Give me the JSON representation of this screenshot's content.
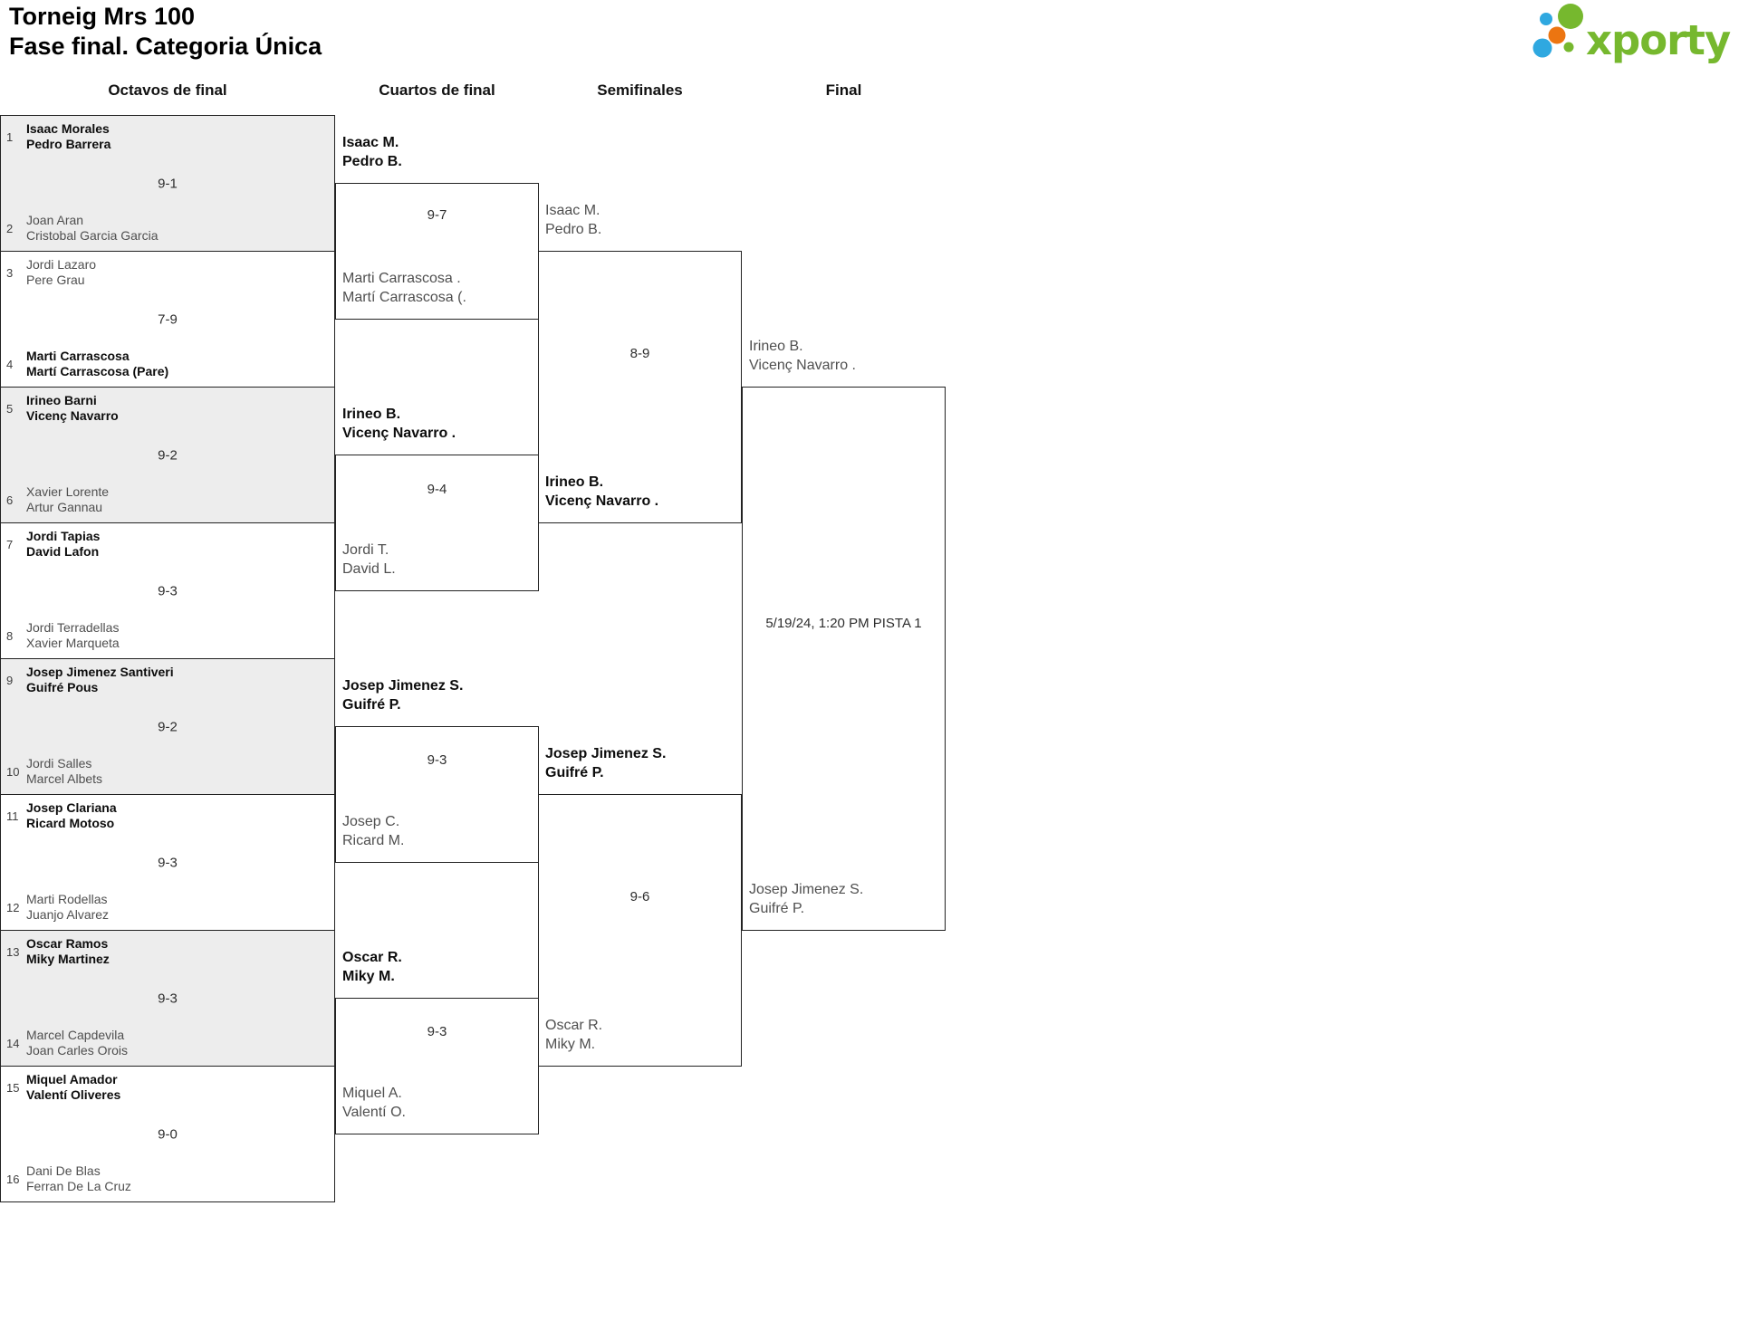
{
  "header": {
    "title1": "Torneig Mrs 100",
    "title2": "Fase final. Categoria Única"
  },
  "logo": {
    "text": "xporty",
    "green": "#76b82e",
    "blue": "#2fa8e0",
    "orange": "#ec7511"
  },
  "rounds": [
    "Octavos de final",
    "Cuartos de final",
    "Semifinales",
    "Final"
  ],
  "r16": [
    {
      "seed1": "1",
      "t1a": "Isaac Morales",
      "t1b": "Pedro Barrera",
      "s1": true,
      "seed2": "2",
      "t2a": "Joan Aran",
      "t2b": "Cristobal Garcia Garcia",
      "s2": false,
      "score": "9-1"
    },
    {
      "seed1": "3",
      "t1a": "Jordi Lazaro",
      "t1b": "Pere Grau",
      "s1": false,
      "seed2": "4",
      "t2a": "Marti Carrascosa",
      "t2b": "Martí Carrascosa (Pare)",
      "s2": true,
      "score": "7-9"
    },
    {
      "seed1": "5",
      "t1a": "Irineo Barni",
      "t1b": "Vicenç Navarro",
      "s1": true,
      "seed2": "6",
      "t2a": "Xavier Lorente",
      "t2b": "Artur Gannau",
      "s2": false,
      "score": "9-2"
    },
    {
      "seed1": "7",
      "t1a": "Jordi Tapias",
      "t1b": "David Lafon",
      "s1": true,
      "seed2": "8",
      "t2a": "Jordi Terradellas",
      "t2b": "Xavier Marqueta",
      "s2": false,
      "score": "9-3"
    },
    {
      "seed1": "9",
      "t1a": "Josep Jimenez Santiveri",
      "t1b": "Guifré Pous",
      "s1": true,
      "seed2": "10",
      "t2a": "Jordi Salles",
      "t2b": "Marcel Albets",
      "s2": false,
      "score": "9-2"
    },
    {
      "seed1": "11",
      "t1a": "Josep Clariana",
      "t1b": "Ricard Motoso",
      "s1": true,
      "seed2": "12",
      "t2a": "Marti Rodellas",
      "t2b": "Juanjo Alvarez",
      "s2": false,
      "score": "9-3"
    },
    {
      "seed1": "13",
      "t1a": "Oscar Ramos",
      "t1b": "Miky Martinez",
      "s1": true,
      "seed2": "14",
      "t2a": "Marcel Capdevila",
      "t2b": "Joan Carles Orois",
      "s2": false,
      "score": "9-3"
    },
    {
      "seed1": "15",
      "t1a": "Miquel Amador",
      "t1b": "Valentí Oliveres",
      "s1": true,
      "seed2": "16",
      "t2a": "Dani De Blas",
      "t2b": "Ferran De La Cruz",
      "s2": false,
      "score": "9-0"
    }
  ],
  "qf": [
    {
      "t1a": "Isaac M.",
      "t1b": "Pedro B.",
      "s1": true,
      "t2a": "Marti Carrascosa .",
      "t2b": "Martí Carrascosa (.",
      "s2": false,
      "score": "9-7"
    },
    {
      "t1a": "Irineo B.",
      "t1b": "Vicenç Navarro .",
      "s1": true,
      "t2a": "Jordi T.",
      "t2b": "David L.",
      "s2": false,
      "score": "9-4"
    },
    {
      "t1a": "Josep Jimenez S.",
      "t1b": "Guifré P.",
      "s1": true,
      "t2a": "Josep C.",
      "t2b": "Ricard M.",
      "s2": false,
      "score": "9-3"
    },
    {
      "t1a": "Oscar R.",
      "t1b": "Miky M.",
      "s1": true,
      "t2a": "Miquel A.",
      "t2b": "Valentí O.",
      "s2": false,
      "score": "9-3"
    }
  ],
  "sf": [
    {
      "t1a": "Isaac M.",
      "t1b": "Pedro B.",
      "s1": false,
      "t2a": "Irineo B.",
      "t2b": "Vicenç Navarro .",
      "s2": true,
      "score": "8-9"
    },
    {
      "t1a": "Josep Jimenez S.",
      "t1b": "Guifré P.",
      "s1": true,
      "t2a": "Oscar R.",
      "t2b": "Miky M.",
      "s2": false,
      "score": "9-6"
    }
  ],
  "final": {
    "t1a": "Irineo B.",
    "t1b": "Vicenç Navarro .",
    "s1": false,
    "t2a": "Josep Jimenez S.",
    "t2b": "Guifré P.",
    "s2": false,
    "schedule": "5/19/24, 1:20 PM PISTA 1"
  }
}
